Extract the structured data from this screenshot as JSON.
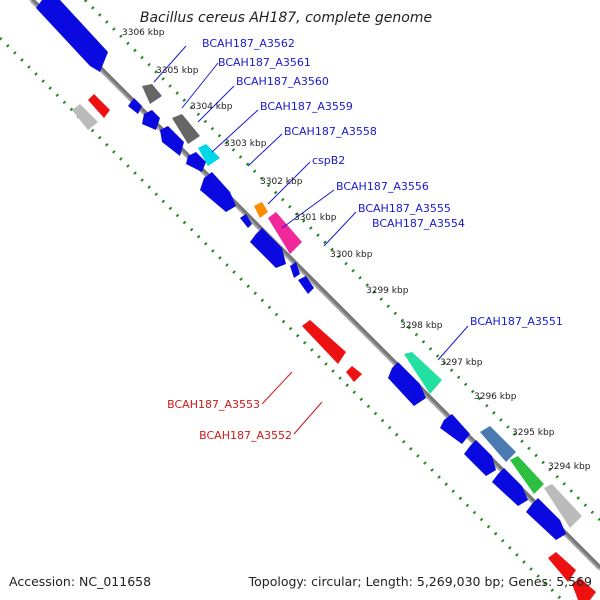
{
  "title": "Bacillus cereus AH187, complete genome",
  "footer": {
    "accession": "Accession: NC_011658",
    "summary": "Topology: circular; Length: 5,269,030 bp; Genes: 5,569"
  },
  "kbp_ticks": [
    "3306 kbp",
    "3305 kbp",
    "3304 kbp",
    "3303 kbp",
    "3302 kbp",
    "3301 kbp",
    "3300 kbp",
    "3299 kbp",
    "3298 kbp",
    "3297 kbp",
    "3296 kbp",
    "3295 kbp",
    "3294 kbp"
  ],
  "gene_labels_forward": [
    "BCAH187_A3562",
    "BCAH187_A3561",
    "BCAH187_A3560",
    "BCAH187_A3559",
    "BCAH187_A3558",
    "cspB2",
    "BCAH187_A3556",
    "BCAH187_A3555",
    "BCAH187_A3554",
    "BCAH187_A3551"
  ],
  "gene_labels_reverse": [
    "BCAH187_A3553",
    "BCAH187_A3552"
  ],
  "colors": {
    "forward_label": "#1a1acc",
    "reverse_label": "#cc1a1a",
    "cds_blue": "#0a0ae0",
    "cds_red": "#ee1111",
    "backbone": "#808080",
    "ticks": "#1e8c1e"
  }
}
